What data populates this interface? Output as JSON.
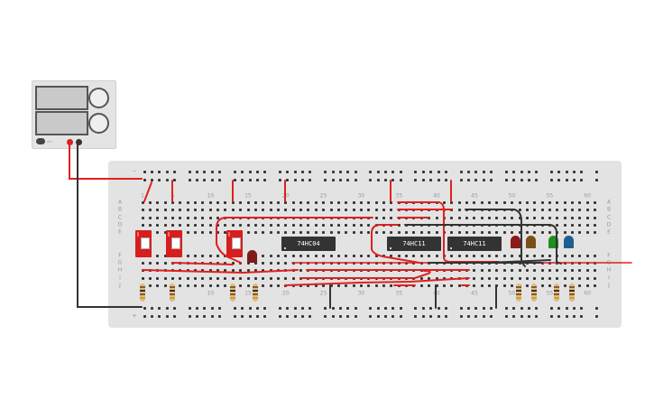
{
  "power_supply": {
    "power_button_label": "OFF",
    "colors": {
      "positive": "#d62020",
      "negative": "#333333"
    }
  },
  "breadboard": {
    "columns_top": [
      1,
      5,
      10,
      15,
      20,
      25,
      30,
      35,
      40,
      45,
      50,
      55,
      60
    ],
    "rows_top": [
      "A",
      "B",
      "C",
      "D",
      "E"
    ],
    "rows_bottom": [
      "F",
      "G",
      "H",
      "I",
      "J"
    ],
    "rail_minus": "−",
    "rail_plus": "+"
  },
  "chips": [
    {
      "label": "74HC04"
    },
    {
      "label": "74HC11"
    },
    {
      "label": "74HC11"
    }
  ],
  "switches": [
    {
      "label": "ON"
    },
    {
      "label": "ON"
    },
    {
      "label": "ON"
    }
  ],
  "leds": [
    {
      "color": "#7e1a1a"
    },
    {
      "color": "#8b1a1a"
    },
    {
      "color": "#7a4f15"
    },
    {
      "color": "#1f8f1f"
    },
    {
      "color": "#1f5f8f"
    }
  ],
  "wire_colors": {
    "signal": "#e02020",
    "ground": "#333333"
  }
}
